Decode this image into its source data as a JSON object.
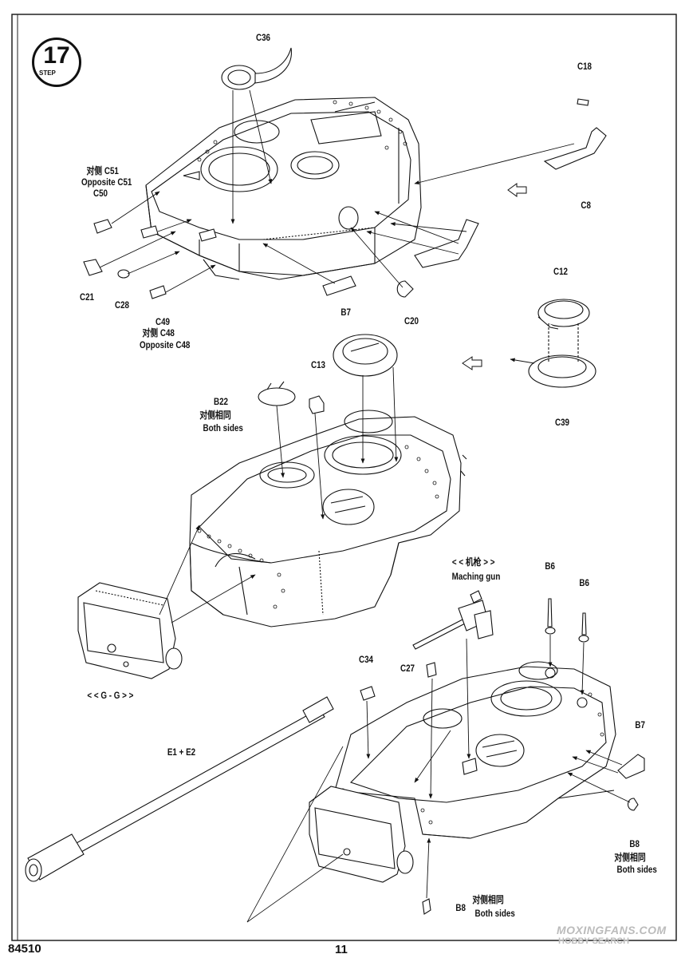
{
  "step": {
    "number": "17",
    "word": "STEP"
  },
  "footer": {
    "product_code": "84510",
    "page_number": "11"
  },
  "watermark": {
    "line1": "MOXINGFANS.COM",
    "line2": "HOBBY SEARCH"
  },
  "labels": {
    "c36": "C36",
    "c51_cn": "对侧 C51",
    "c51_en": "Opposite C51",
    "c50": "C50",
    "c21": "C21",
    "c28": "C28",
    "c49": "C49",
    "c48_cn": "对侧 C48",
    "c48_en": "Opposite C48",
    "b7_top": "B7",
    "c20": "C20",
    "c18": "C18",
    "c8": "C8",
    "c12": "C12",
    "c39": "C39",
    "c13": "C13",
    "b22": "B22",
    "b22_cn": "对侧相同",
    "b22_en": "Both sides",
    "gg": "< < G - G > >",
    "e1e2": "E1 + E2",
    "mg_cn": "< < 机枪 > >",
    "mg_en": "Maching gun",
    "b6_a": "B6",
    "b6_b": "B6",
    "c34": "C34",
    "c27": "C27",
    "b7_bottom": "B7",
    "b8_right": "B8",
    "b8_right_cn": "对侧相同",
    "b8_right_en": "Both sides",
    "b8_bottom": "B8",
    "b8_bottom_cn": "对侧相同",
    "b8_bottom_en": "Both sides"
  }
}
